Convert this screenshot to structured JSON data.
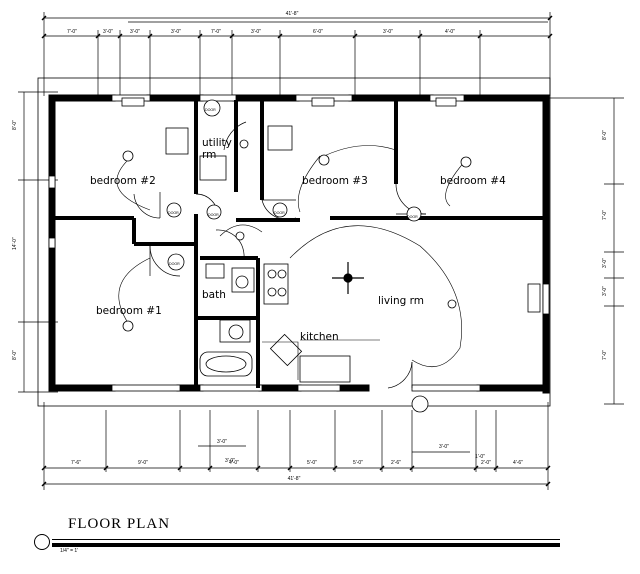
{
  "rooms": {
    "bedroom2": "bedroom #2",
    "utility": "utility",
    "utility_rm": "rm",
    "bedroom3": "bedroom #3",
    "bedroom4": "bedroom #4",
    "bedroom1": "bedroom #1",
    "bath": "bath",
    "living": "living rm",
    "kitchen": "kitchen"
  },
  "dimensions": {
    "overall_top": "41'-8\"",
    "top_row": [
      "7'-0\"",
      "3'-0\"",
      "3'-0\"",
      "3'-0\"",
      "7'-0\"",
      "3'-0\"",
      "6'-0\"",
      "3'-0\"",
      "4'-0\""
    ],
    "overall_bottom": "41'-8\"",
    "bottom_row": [
      "7'-6\"",
      "9'-0\"",
      "4'-0\"",
      "5'-0\"",
      "5'-0\"",
      "2'-6\"",
      "3'-0\"",
      "2'-0\"",
      "4'-6\""
    ],
    "bottom_mid": [
      "3'-0\"",
      "3'-0\"",
      "1'-0\""
    ],
    "left_row": [
      "8'-0\"",
      "14'-0\"",
      "8'-0\""
    ],
    "right_row": [
      "8'-0\"",
      "7'-0\"",
      "3'-0\"",
      "3'-0\"",
      "7'-0\""
    ]
  },
  "fixtures": [
    "DOOR",
    "DOOR",
    "DOOR",
    "DOOR",
    "DOOR",
    "DOOR"
  ],
  "title": {
    "name": "FLOOR PLAN",
    "scale": "1/4\" = 1'"
  },
  "colors": {
    "ink": "#000000",
    "paper": "#ffffff"
  }
}
